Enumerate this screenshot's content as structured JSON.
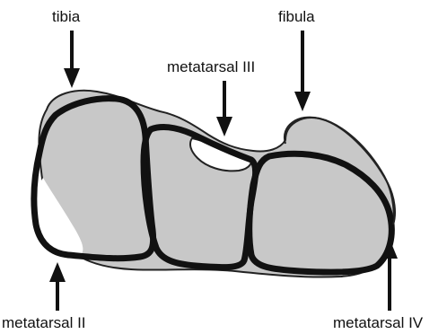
{
  "labels": {
    "tibia": "tibia",
    "fibula": "fibula",
    "metatarsal_iii": "metatarsal III",
    "metatarsal_ii": "metatarsal II",
    "metatarsal_iv": "metatarsal IV"
  },
  "colors": {
    "fill": "#c8c8c8",
    "outline": "#111111",
    "thin_outline": "#222222",
    "background": "#ffffff"
  }
}
